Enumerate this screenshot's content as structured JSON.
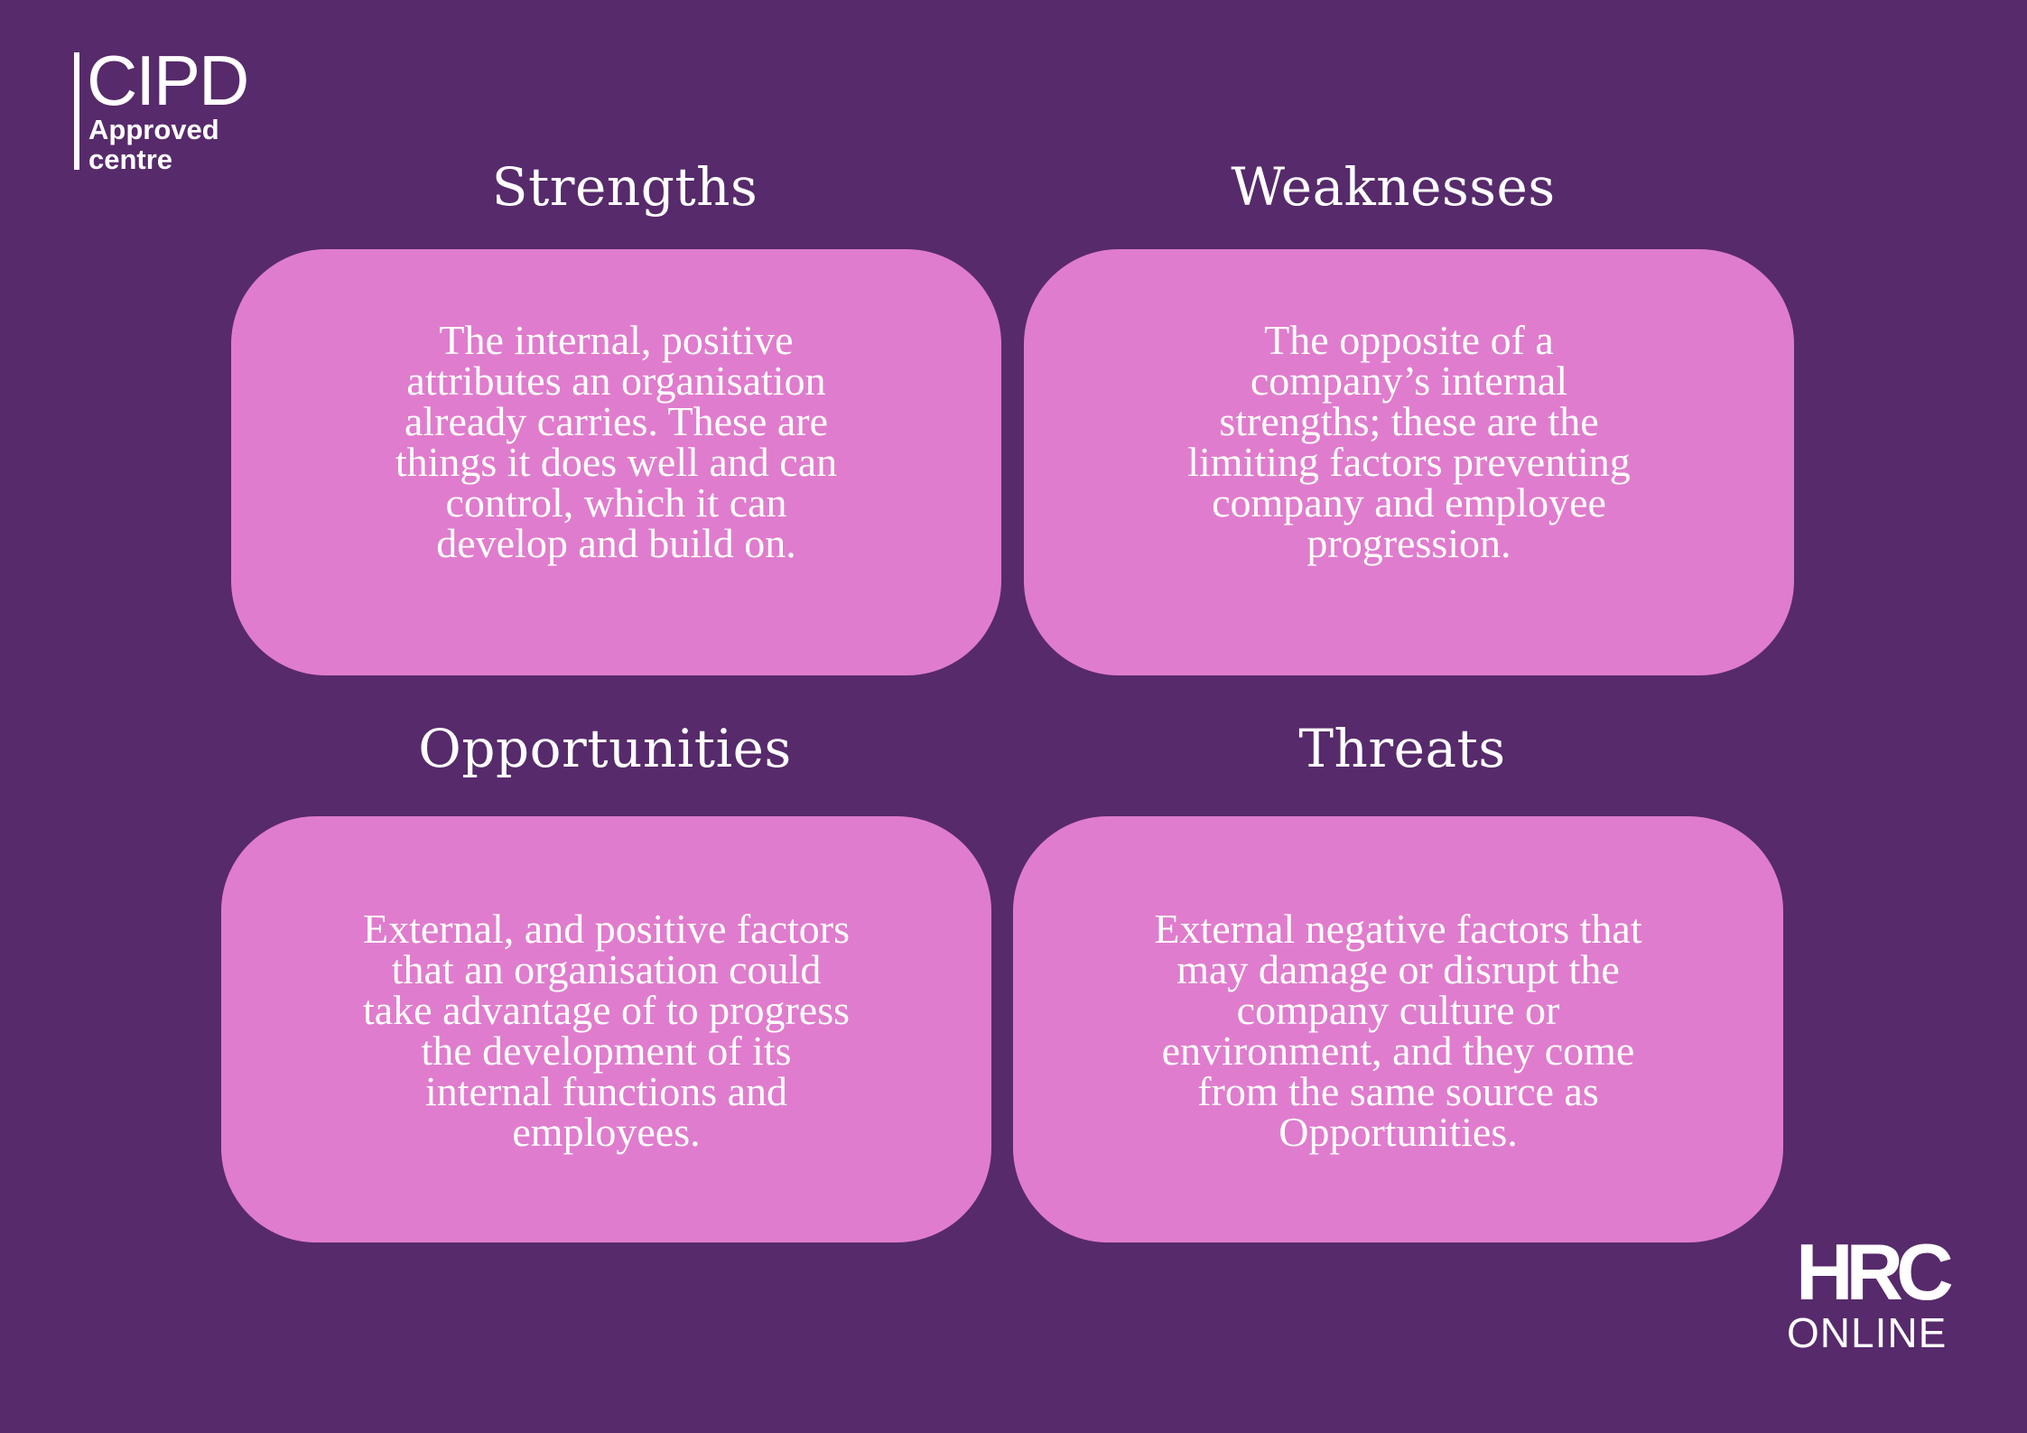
{
  "logos": {
    "cipd": {
      "brand": "CIPD",
      "line1": "Approved",
      "line2": "centre"
    },
    "hrc": {
      "mark": "HRC",
      "line": "ONLINE"
    }
  },
  "quadrants": {
    "strengths": {
      "heading": "Strengths",
      "lines": [
        "The internal, positive",
        "attributes an organisation",
        "already carries. These are",
        "things it does well and can",
        "control, which it can",
        "develop and build on."
      ]
    },
    "weaknesses": {
      "heading": "Weaknesses",
      "lines": [
        "The opposite of a",
        "company’s internal",
        "strengths; these are the",
        "limiting factors preventing",
        "company and employee",
        "progression."
      ]
    },
    "opportunities": {
      "heading": "Opportunities",
      "lines": [
        "External, and positive factors",
        "that an organisation could",
        "take advantage of to progress",
        "the development of its",
        "internal functions and",
        "employees."
      ]
    },
    "threats": {
      "heading": "Threats",
      "lines": [
        "External negative factors that",
        "may damage or disrupt the",
        "company culture or",
        "environment, and they come",
        "from the same source as",
        "Opportunities."
      ]
    }
  },
  "colors": {
    "background": "#572a6b",
    "card": "#e07ccd",
    "text": "#ffffff"
  }
}
